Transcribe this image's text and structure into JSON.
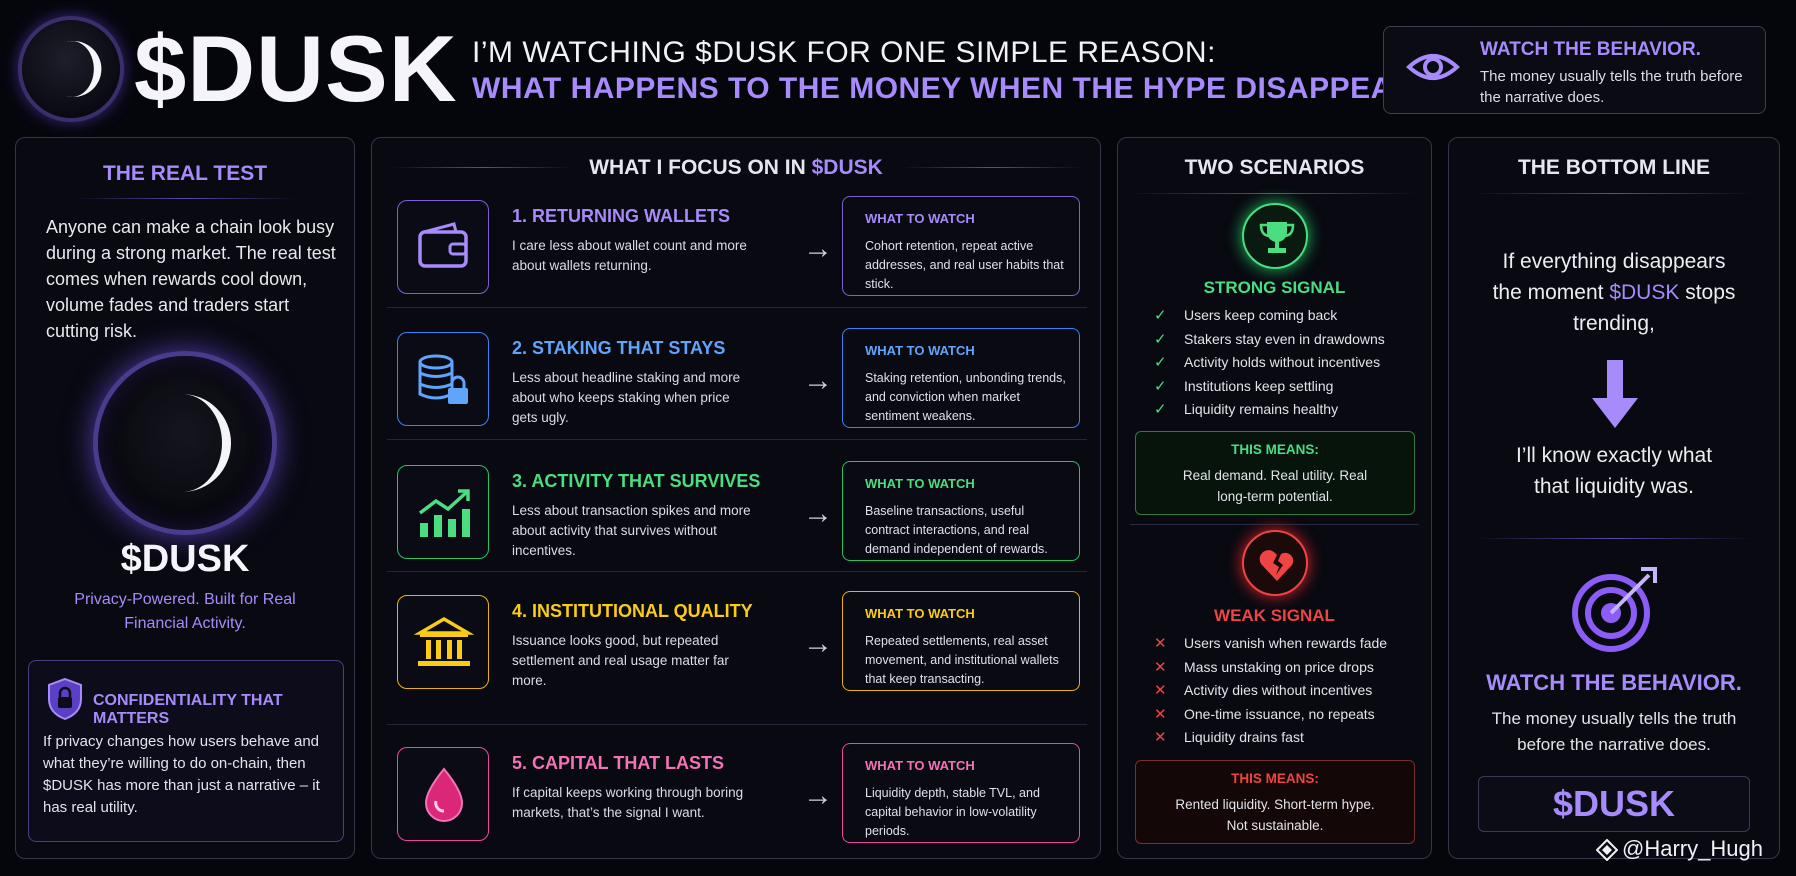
{
  "header": {
    "brand": "$DUSK",
    "line1": "I’M WATCHING $DUSK FOR ONE SIMPLE REASON:",
    "line2": "WHAT HAPPENS TO THE MONEY WHEN THE HYPE DISAPPEARS?",
    "card_title": "WATCH THE BEHAVIOR.",
    "card_text": "The money usually tells the truth before the narrative does."
  },
  "panel1": {
    "title": "THE REAL TEST",
    "body": "Anyone can make a chain look busy during a strong market. The real test comes when rewards cool down, volume fades and traders start cutting risk.",
    "big_label": "$DUSK",
    "tagline": "Privacy-Powered. Built for Real Financial Activity.",
    "conf_title": "CONFIDENTIALITY THAT MATTERS",
    "conf_body": "If privacy changes how users behave and what they’re willing to do on-chain, then $DUSK has more than just a narrative – it has real utility."
  },
  "panel2": {
    "title_prefix": "WHAT I FOCUS ON IN ",
    "title_accent": "$DUSK",
    "rows": [
      {
        "title": "1. RETURNING WALLETS",
        "desc": "I care less about wallet count and more about wallets returning.",
        "watch_label": "WHAT TO WATCH",
        "watch": "Cohort retention, repeat active addresses, and real user habits that stick.",
        "icon": "wallet-icon",
        "color": "#a78bfa"
      },
      {
        "title": "2. STAKING THAT STAYS",
        "desc": "Less about headline staking and more about who keeps staking when price gets ugly.",
        "watch_label": "WHAT TO WATCH",
        "watch": "Staking retention, unbonding trends, and conviction when market sentiment weakens.",
        "icon": "coins-lock-icon",
        "color": "#60a5fa"
      },
      {
        "title": "3. ACTIVITY THAT SURVIVES",
        "desc": "Less about transaction spikes and more about activity that survives without incentives.",
        "watch_label": "WHAT TO WATCH",
        "watch": "Baseline transactions, useful contract interactions, and real demand independent of rewards.",
        "icon": "growth-chart-icon",
        "color": "#4ade80"
      },
      {
        "title": "4. INSTITUTIONAL QUALITY",
        "desc": "Issuance looks good, but repeated settlement and real usage matter far more.",
        "watch_label": "WHAT TO WATCH",
        "watch": "Repeated settlements, real asset movement, and institutional wallets that keep transacting.",
        "icon": "bank-icon",
        "color": "#facc15"
      },
      {
        "title": "5. CAPITAL THAT LASTS",
        "desc": "If capital keeps working through boring markets, that’s the signal I want.",
        "watch_label": "WHAT TO WATCH",
        "watch": "Liquidity depth, stable TVL, and capital behavior in low-volatility periods.",
        "icon": "drop-icon",
        "color": "#f472b6"
      }
    ]
  },
  "panel3": {
    "title": "TWO SCENARIOS",
    "strong_title": "STRONG SIGNAL",
    "strong_items": [
      "Users keep coming back",
      "Stakers stay even in drawdowns",
      "Activity holds without incentives",
      "Institutions keep settling",
      "Liquidity remains healthy"
    ],
    "strong_means_title": "THIS MEANS:",
    "strong_means": "Real demand. Real utility. Real long-term potential.",
    "weak_title": "WEAK SIGNAL",
    "weak_items": [
      "Users vanish when rewards fade",
      "Mass unstaking on price drops",
      "Activity dies without incentives",
      "One-time issuance, no repeats",
      "Liquidity drains fast"
    ],
    "weak_means_title": "THIS MEANS:",
    "weak_means": "Rented liquidity. Short-term hype. Not sustainable."
  },
  "panel4": {
    "title": "THE BOTTOM LINE",
    "q1_a": "If everything disappears the moment ",
    "q1_accent": "$DUSK",
    "q1_b": " stops trending,",
    "q2": "I’ll know exactly what that liquidity was.",
    "watch_title": "WATCH THE BEHAVIOR.",
    "watch_text": "The money usually tells the truth before the narrative does.",
    "badge": "$DUSK"
  },
  "watermark": "@Harry_Hugh",
  "colors": {
    "accent": "#a78bfa",
    "strong": "#4ade80",
    "weak": "#ef4444",
    "background": "#05060c"
  }
}
